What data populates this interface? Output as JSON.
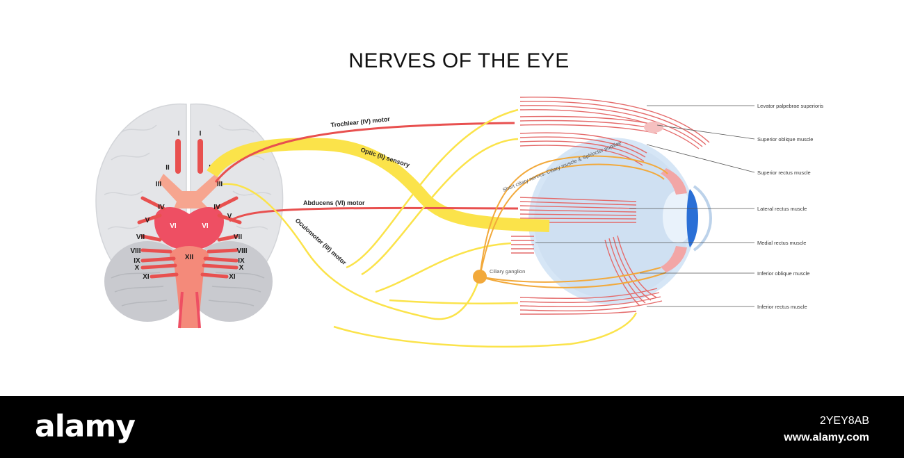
{
  "title": "NERVES OF THE EYE",
  "nerves": {
    "trochlear": "Trochlear (IV) motor",
    "optic": "Optic (II) sensory",
    "abducens": "Abducens (VI) motor",
    "oculomotor": "Oculomotor (III) motor",
    "short_ciliary": "Short ciliary nerves: Ciliary muscle & Sphincter pupillae",
    "ciliary_ganglion": "Ciliary ganglion"
  },
  "muscles": {
    "levator": "Levator palpebrae superioris",
    "superior_oblique": "Superior oblique muscle",
    "superior_rectus": "Superior rectus muscle",
    "lateral_rectus": "Lateral rectus muscle",
    "medial_rectus": "Medial rectus muscle",
    "inferior_oblique": "Inferior oblique muscle",
    "inferior_rectus": "Inferior rectus muscle"
  },
  "cranial_labels": {
    "i": "I",
    "ii": "II",
    "iii": "III",
    "iv": "IV",
    "v": "V",
    "vi": "VI",
    "vii": "VII",
    "viii": "VIII",
    "ix": "IX",
    "x": "X",
    "xi": "XI",
    "xii": "XII"
  },
  "watermark": {
    "brand": "alamy",
    "image_id": "2YEY8AB",
    "url": "www.alamy.com"
  },
  "colors": {
    "nerve_red": "#e8504f",
    "nerve_yellow": "#fbe34a",
    "brain_gray": "#e4e5e8",
    "brainstem": "#f48a7a",
    "eyeball": "#d6e6f6",
    "iris": "#2a6fd6"
  }
}
